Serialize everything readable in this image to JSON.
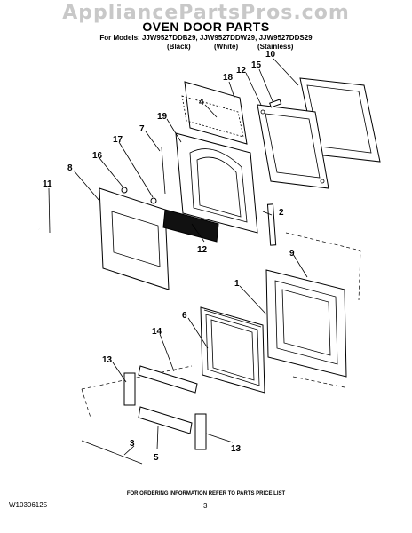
{
  "watermark": "AppliancePartsPros.com",
  "title": "OVEN DOOR PARTS",
  "models_line": "For Models: JJW9527DDB29, JJW9527DDW29, JJW9527DDS29",
  "finishes": [
    "(Black)",
    "(White)",
    "(Stainless)"
  ],
  "footer": "FOR ORDERING INFORMATION REFER TO PARTS PRICE LIST",
  "doc_number": "W10306125",
  "page_number": "3",
  "callouts": [
    {
      "id": "10",
      "label": "10"
    },
    {
      "id": "15",
      "label": "15"
    },
    {
      "id": "12a",
      "label": "12"
    },
    {
      "id": "18",
      "label": "18"
    },
    {
      "id": "4",
      "label": "4"
    },
    {
      "id": "19",
      "label": "19"
    },
    {
      "id": "7",
      "label": "7"
    },
    {
      "id": "17",
      "label": "17"
    },
    {
      "id": "16",
      "label": "16"
    },
    {
      "id": "8",
      "label": "8"
    },
    {
      "id": "11",
      "label": "11"
    },
    {
      "id": "2",
      "label": "2"
    },
    {
      "id": "9",
      "label": "9"
    },
    {
      "id": "12b",
      "label": "12"
    },
    {
      "id": "1",
      "label": "1"
    },
    {
      "id": "6",
      "label": "6"
    },
    {
      "id": "14",
      "label": "14"
    },
    {
      "id": "13a",
      "label": "13"
    },
    {
      "id": "13b",
      "label": "13"
    },
    {
      "id": "3",
      "label": "3"
    },
    {
      "id": "5",
      "label": "5"
    }
  ]
}
